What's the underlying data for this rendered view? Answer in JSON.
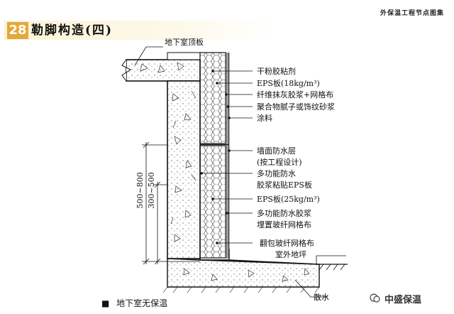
{
  "header": {
    "number": "28",
    "title": "勒脚构造(四)",
    "top_right": "外保温工程节点图集"
  },
  "labels": {
    "roof_slab": "地下室顶板",
    "adhesive": "干粉胶粘剂",
    "eps18": "EPS板(18kg/m³)",
    "mesh_mortar": "纤维抹灰胶浆+网格布",
    "putty": "聚合物腻子或饰纹砂浆",
    "paint": "涂料",
    "waterproof_1": "墙面防水层",
    "waterproof_2": "(按工程设计)",
    "multi_glue_1": "多功能防水",
    "multi_glue_2": "胶浆粘贴EPS板",
    "eps25": "EPS板(25kg/m³)",
    "multi_mortar_1": "多功能防水胶浆",
    "multi_mortar_2": "埋置玻纤网格布",
    "wrap_mesh": "翻包玻纤网格布",
    "outdoor_ground": "室外地坪",
    "apron": "散水",
    "dim_outer": "500~800",
    "dim_inner": "300~500"
  },
  "footer": {
    "bullet": "■",
    "caption": "地下室无保温"
  },
  "brand": {
    "name": "中盛保温"
  }
}
